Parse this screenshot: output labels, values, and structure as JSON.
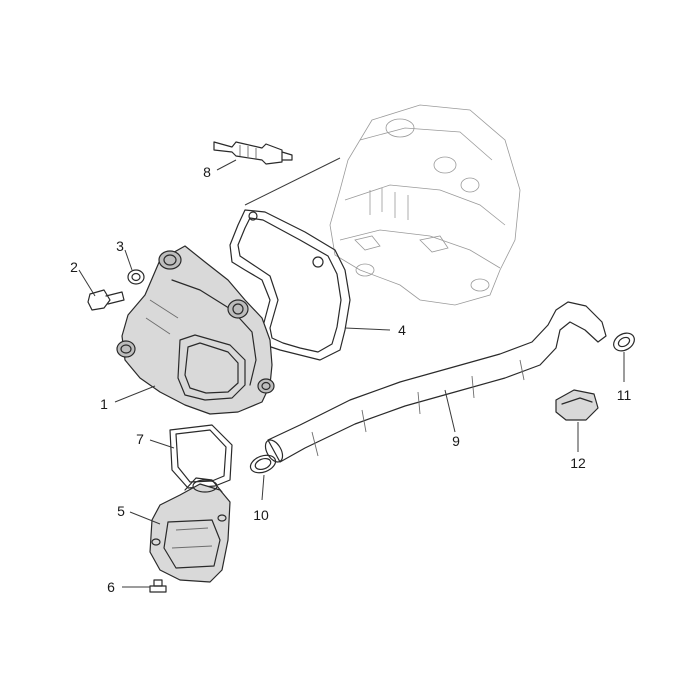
{
  "callouts": [
    {
      "number": "1"
    },
    {
      "number": "2"
    },
    {
      "number": "3"
    },
    {
      "number": "4"
    },
    {
      "number": "5"
    },
    {
      "number": "6"
    },
    {
      "number": "7"
    },
    {
      "number": "8"
    },
    {
      "number": "9"
    },
    {
      "number": "10"
    },
    {
      "number": "11"
    },
    {
      "number": "12"
    }
  ]
}
